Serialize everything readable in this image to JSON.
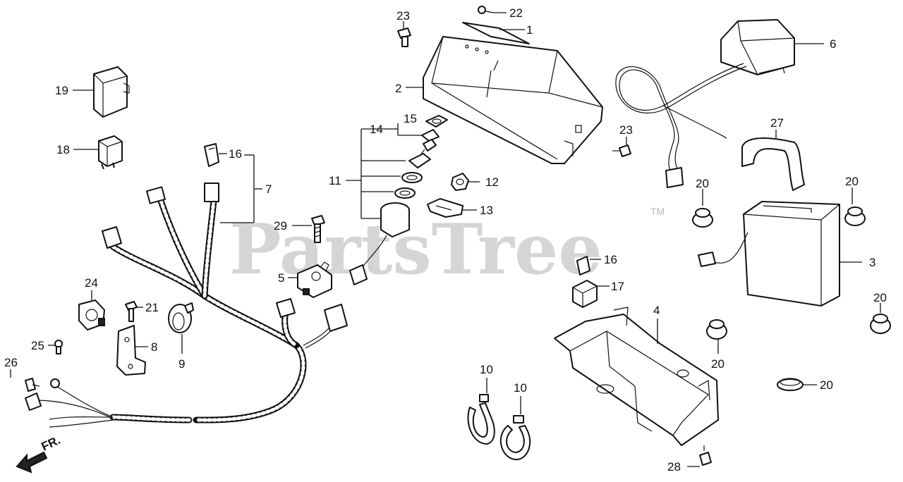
{
  "watermark": {
    "text": "PartsTree",
    "trademark": "TM"
  },
  "direction_label": "FR.",
  "callouts": {
    "c1": "1",
    "c2": "2",
    "c3": "3",
    "c4": "4",
    "c5": "5",
    "c6": "6",
    "c7": "7",
    "c8": "8",
    "c9": "9",
    "c10a": "10",
    "c10b": "10",
    "c11": "11",
    "c12": "12",
    "c13": "13",
    "c14": "14",
    "c15": "15",
    "c16a": "16",
    "c16b": "16",
    "c17": "17",
    "c18": "18",
    "c19": "19",
    "c20a": "20",
    "c20b": "20",
    "c20c": "20",
    "c20d": "20",
    "c20e": "20",
    "c21": "21",
    "c22": "22",
    "c23a": "23",
    "c23b": "23",
    "c24": "24",
    "c25": "25",
    "c26": "26",
    "c27": "27",
    "c28": "28",
    "c29": "29"
  }
}
